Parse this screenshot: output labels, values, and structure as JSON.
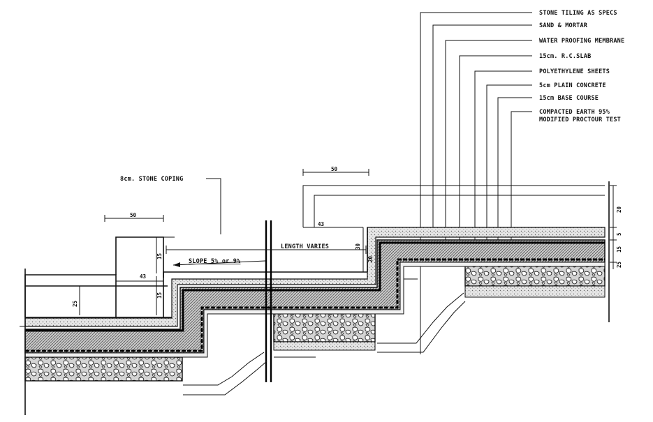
{
  "legend_labels": [
    "STONE TILING AS SPECS",
    "SAND & MORTAR",
    "WATER PROOFING MEMBRANE",
    "15cm. R.C.SLAB",
    "POLYETHYLENE SHEETS",
    "5cm PLAIN CONCRETE",
    "15cm BASE COURSE",
    "COMPACTED EARTH 95%",
    "MODIFIED PROCTOUR TEST"
  ],
  "annotations": {
    "stone_coping": "8cm. STONE COPING",
    "length_varies": "LENGTH VARIES",
    "slope": "SLOPE 5% or 9%"
  },
  "dimensions": {
    "d50_left": "50",
    "d50_right": "50",
    "d43_left": "43",
    "d43_right": "43",
    "d25_lower": "25",
    "d15_upper": "15",
    "d15_lower": "15",
    "d30": "30",
    "d20_a": "20",
    "d20_b": "20",
    "d5": "5",
    "d25_side": "25",
    "d15_side": "15"
  },
  "colors": {
    "ink": "#111111",
    "hatch": "#9a9a9a",
    "paper": "#ffffff"
  }
}
